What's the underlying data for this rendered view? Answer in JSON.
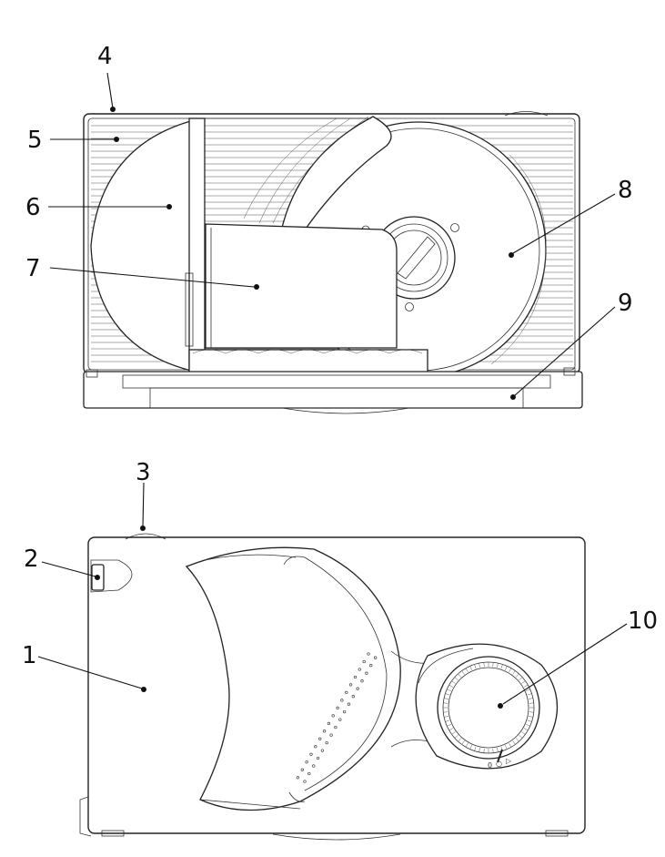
{
  "diagram": {
    "callouts": [
      {
        "id": "c1",
        "label": "1"
      },
      {
        "id": "c2",
        "label": "2"
      },
      {
        "id": "c3",
        "label": "3"
      },
      {
        "id": "c4",
        "label": "4"
      },
      {
        "id": "c5",
        "label": "5"
      },
      {
        "id": "c6",
        "label": "6"
      },
      {
        "id": "c7",
        "label": "7"
      },
      {
        "id": "c8",
        "label": "8"
      },
      {
        "id": "c9",
        "label": "9"
      },
      {
        "id": "c10",
        "label": "10"
      }
    ],
    "dial_marks": [
      "0",
      "○",
      "▷"
    ]
  }
}
